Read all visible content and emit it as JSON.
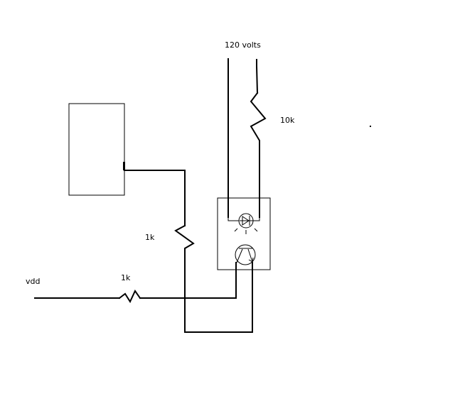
{
  "labels": {
    "supply": "120 volts",
    "resistor_top": "10k",
    "resistor_mid": "1k",
    "resistor_bottom": "1k",
    "vdd": "vdd"
  },
  "colors": {
    "ink": "#000000",
    "background": "#ffffff"
  },
  "icons": {
    "led": "led-icon",
    "transistor": "npn-transistor-icon"
  }
}
